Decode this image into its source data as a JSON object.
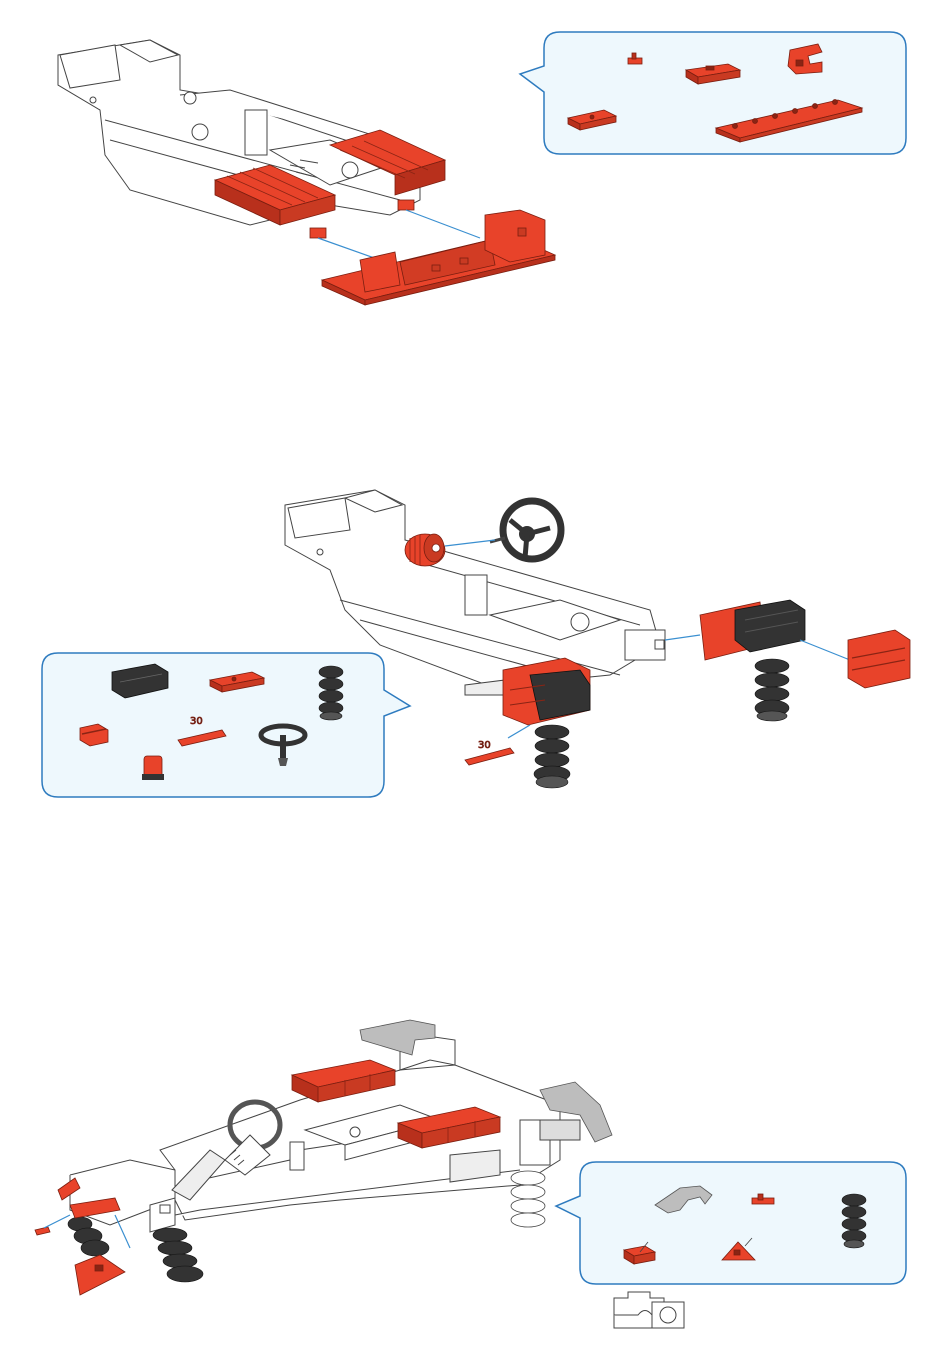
{
  "steps": [
    {
      "parts_panel": {
        "parts": [
          {
            "name": "small-red-clip"
          },
          {
            "name": "red-building-block-15"
          },
          {
            "name": "red-angle-block"
          },
          {
            "name": "red-flat-block"
          },
          {
            "name": "red-baseplate-long"
          }
        ]
      }
    },
    {
      "parts_panel": {
        "parts": [
          {
            "name": "black-building-block-30"
          },
          {
            "name": "red-flat-plate"
          },
          {
            "name": "black-spring"
          },
          {
            "name": "red-double-clip"
          },
          {
            "name": "red-rod",
            "label": "30"
          },
          {
            "name": "steering-wheel"
          },
          {
            "name": "red-gear-hub"
          }
        ]
      },
      "assembly_labels": {
        "rod_length": "30"
      }
    },
    {
      "parts_panel": {
        "parts": [
          {
            "name": "grey-fender-piece"
          },
          {
            "name": "small-red-clip"
          },
          {
            "name": "black-spring"
          },
          {
            "name": "red-flat-block-pair"
          },
          {
            "name": "red-wedge-block"
          }
        ]
      }
    }
  ],
  "colors": {
    "part_red": "#e8432a",
    "part_red_dark": "#b8301c",
    "part_black": "#333333",
    "part_grey": "#bdbdbd",
    "frame_white": "#ffffff",
    "outline": "#444444",
    "panel_fill": "#eef8fd",
    "panel_border": "#2e7bbf",
    "guide_line": "#3a8fd0"
  }
}
